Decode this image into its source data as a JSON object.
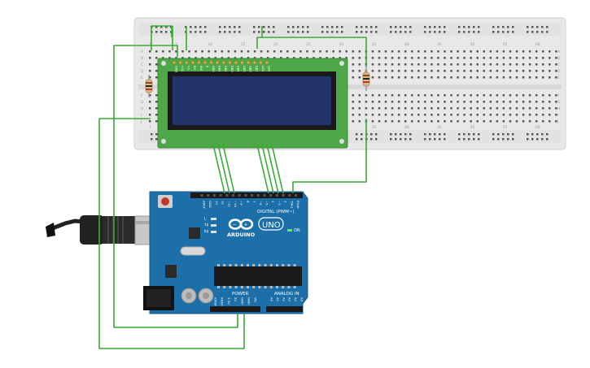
{
  "board": {
    "brand": "ARDUINO",
    "model": "UNO",
    "on_label": "ON",
    "digital_header": "DIGITAL (PWM~)",
    "power_header": "POWER",
    "analog_header": "ANALOG IN",
    "led_labels": [
      "L",
      "TX",
      "RX"
    ],
    "digital_pins": [
      "AREF",
      "GND",
      "13",
      "12",
      "~11",
      "~10",
      "~9",
      "8",
      "7",
      "~6",
      "~5",
      "4",
      "~3",
      "2",
      "TX▸1",
      "RX◂0"
    ],
    "power_pins": [
      "IOREF",
      "RESET",
      "3.3V",
      "5V",
      "GND",
      "GND",
      "Vin"
    ],
    "analog_pins": [
      "A0",
      "A1",
      "A2",
      "A3",
      "A4",
      "A5"
    ]
  },
  "lcd": {
    "pin_labels": [
      "GND",
      "VCC",
      "V0",
      "RS",
      "RW",
      "E",
      "DB0",
      "DB1",
      "DB2",
      "DB3",
      "DB4",
      "DB5",
      "DB6",
      "DB7",
      "LED",
      "LED"
    ],
    "screen_color": "#22346b"
  },
  "breadboard": {
    "column_numbers": [
      "1",
      "5",
      "10",
      "15",
      "20",
      "25",
      "30",
      "35",
      "40",
      "45",
      "50",
      "55",
      "60"
    ],
    "row_letters_top": [
      "A",
      "B",
      "C",
      "D",
      "E"
    ],
    "row_letters_bottom": [
      "F",
      "G",
      "H",
      "I",
      "J"
    ]
  },
  "colors": {
    "wire": "#3aaa35",
    "board": "#1c6fa8",
    "breadboard": "#e9e9e9",
    "lcd_pcb": "#4ea84a"
  }
}
